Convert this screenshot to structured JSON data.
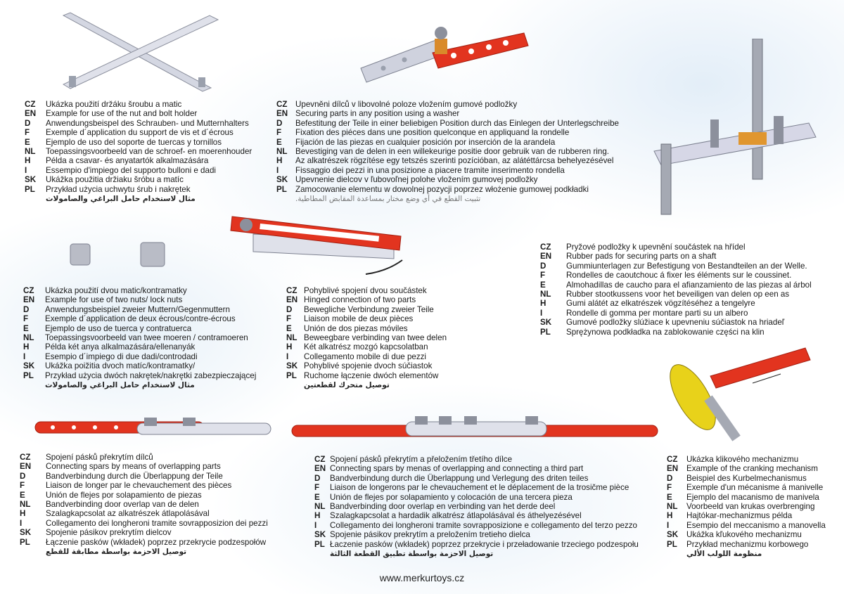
{
  "blocks": [
    {
      "id": "nut-bolt-holder",
      "lines": [
        [
          "CZ",
          "Ukázka použití držáku šroubu a matic"
        ],
        [
          "EN",
          "Example for use of the nut and bolt holder"
        ],
        [
          "D",
          "Anwendungsbeispel des Schrauben- und Mutternhalters"
        ],
        [
          "F",
          "Exemple d´application du support de vis et d´écrous"
        ],
        [
          "E",
          "Ejemplo de uso del soporte de tuercas y tornillos"
        ],
        [
          "NL",
          "Toepassingsvoorbeeld van de schroef- en moerenhouder"
        ],
        [
          "H",
          "Példa a csavar- és anyatartók alkalmazására"
        ],
        [
          "I",
          "Essempio d'impiego del supporto bulloni e dadi"
        ],
        [
          "SK",
          "Ukážka použitia držiaku šróbu a matíc"
        ],
        [
          "PL",
          "Przykład użycia uchwytu śrub i nakrętek"
        ]
      ],
      "arabic": "مثال لاستخدام حامل البراغي والصامولات"
    },
    {
      "id": "washer",
      "lines": [
        [
          "CZ",
          "Upevněni dílců v libovolné poloze vložením gumové podložky"
        ],
        [
          "EN",
          "Securing parts in any position using a washer"
        ],
        [
          "D",
          "Befestitung der Teile in einer beliebigen Position durch das Einlegen der Unterlegschreibe"
        ],
        [
          "F",
          "Fixation des piéces dans une position quelconque en appliquand la rondelle"
        ],
        [
          "E",
          "Fijación de las piezas en cualquier posición por inserción de la arandela"
        ],
        [
          "NL",
          "Bevestiging van de delen in een willekeurige positie door gebruik van de rubberen ring."
        ],
        [
          "H",
          "Az alkatrészek rögzítése egy tetszés szerinti pozícióban, az alátéttárcsa behelyezésével"
        ],
        [
          "I",
          "Fissaggio dei pezzi in una posizione a piacere tramite inserimento rondella"
        ],
        [
          "SK",
          "Upevnenie dielcov v ľubovoľnej polohe vložením gumovej podložky"
        ],
        [
          "PL",
          "Zamocowanie elementu w dowolnej pozycji poprzez włożenie gumowej podkładki"
        ]
      ],
      "arabic": "تثبيت القطع في أي وضع مختار بمساعدة المقابض المطاطية."
    },
    {
      "id": "rubber-pads",
      "lines": [
        [
          "CZ",
          "Pryžové podložky k upevnění součástek na hřídel"
        ],
        [
          "EN",
          "Rubber pads for securing parts on a shaft"
        ],
        [
          "D",
          "Gummiunterlagen zur Befestigung von Bestandteilen an der Welle."
        ],
        [
          "F",
          "Rondelles de caoutchouc á fixer les éléments sur le coussinet."
        ],
        [
          "E",
          "Almohadillas de caucho para el afianzamiento de las piezas al árbol"
        ],
        [
          "NL",
          "Rubber stootkussens voor het beveiligen van delen op een as"
        ],
        [
          "H",
          "Gumi alátét az elkatrészek vögzítéséhez a tengelyre"
        ],
        [
          "I",
          "Rondelle di gomma per montare parti su un albero"
        ],
        [
          "SK",
          "Gumové podložky slúžiace k upevneniu súčiastok na hriadeľ"
        ],
        [
          "PL",
          "Sprężynowa podkładka na zablokowanie części na klin"
        ]
      ],
      "arabic": ""
    },
    {
      "id": "lock-nuts",
      "lines": [
        [
          "CZ",
          "Ukázka použití dvou matic/kontramatky"
        ],
        [
          "EN",
          "Example for use of two nuts/ lock nuts"
        ],
        [
          "D",
          "Anwendungsbeispiel zweier Muttern/Gegenmuttern"
        ],
        [
          "F",
          "Exemple d´application de deux écrous/contre-écrous"
        ],
        [
          "E",
          "Ejemplo de uso de tuerca y contratuerca"
        ],
        [
          "NL",
          "Toepassingsvoorbeeld van twee moeren / contramoeren"
        ],
        [
          "H",
          "Példa két anya alkalmazására/ellenanyák"
        ],
        [
          "I",
          "Esempio d´impiego di due dadi/controdadi"
        ],
        [
          "SK",
          "Ukážka poižitia dvoch matíc/kontramatky/"
        ],
        [
          "PL",
          "Przykład użycia dwóch nakrętek/nakrętki zabezpieczającej"
        ]
      ],
      "arabic": "مثال لاستخدام حامل البراغي والصامولات"
    },
    {
      "id": "hinged",
      "lines": [
        [
          "CZ",
          "Pohyblivé spojení dvou součástek"
        ],
        [
          "EN",
          "Hinged connection of two parts"
        ],
        [
          "D",
          "Bewegliche Verbindung zweier Teile"
        ],
        [
          "F",
          "Liaison mobile de deux pièces"
        ],
        [
          "E",
          "Unión de dos piezas móviles"
        ],
        [
          "NL",
          "Beweegbare verbinding van twee delen"
        ],
        [
          "H",
          "Két alkatrész mozgó kapcsolatban"
        ],
        [
          "I",
          "Collegamento mobile di due pezzi"
        ],
        [
          "SK",
          "Pohyblivé spojenie dvoch súčiastok"
        ],
        [
          "PL",
          "Ruchome łączenie dwóch elementów"
        ]
      ],
      "arabic": "توصيل متحرك لقطعتين"
    },
    {
      "id": "overlap",
      "lines": [
        [
          "CZ",
          "Spojení pásků překrytím dílců"
        ],
        [
          "EN",
          "Connecting spars by means of overlapping parts"
        ],
        [
          "D",
          "Bandverbindung durch die Überlappung der Teile"
        ],
        [
          "F",
          "Liaison de longer par le chevauchement des pièces"
        ],
        [
          "E",
          "Unión de flejes por solapamiento de piezas"
        ],
        [
          "NL",
          "Bandverbinding door overlap van de delen"
        ],
        [
          "H",
          "Szalagkapcsolat az alkatrészek átlapolásával"
        ],
        [
          "I",
          "Collegamento dei longheroni tramite sovrapposizion dei pezzi"
        ],
        [
          "SK",
          "Spojenie pásikov prekrytím dielcov"
        ],
        [
          "PL",
          "Łączenie pasków (wkładek) poprzez przekrycie podzespołów"
        ]
      ],
      "arabic": "توصيل الاحزمة بواسطة مطابقة للقطع"
    },
    {
      "id": "third-part",
      "lines": [
        [
          "CZ",
          "Spojení pásků překrytím a přeložením třetího dílce"
        ],
        [
          "EN",
          "Connecting spars by menas of overlapping and connecting a third part"
        ],
        [
          "D",
          "Bandverbindung durch die Überlappung und Verlegung des driten teiles"
        ],
        [
          "F",
          "Liaison de longerons par le chevauchement et  le déplacement de la trosičme pièce"
        ],
        [
          "E",
          "Unión de flejes por solapamiento y colocación de una tercera pieza"
        ],
        [
          "NL",
          "Bandverbinding door overlap en verbinding van het derde deel"
        ],
        [
          "H",
          "Szalagkapcsolat a hardadik alkatrész átlapolásával és áthelyezésével"
        ],
        [
          "I",
          "Collegamento dei longheroni tramite sovrapposizione e collegamento del terzo pezzo"
        ],
        [
          "SK",
          "Spojenie pásikov prekrytím a preložením tretieho dielca"
        ],
        [
          "PL",
          "Łaczenie pasków (wkładek) poprzez przekrycie i przeładowanie trzeciego podzespołu"
        ]
      ],
      "arabic": "توصيل الاحزمة بواسطة تطبيق القطعة الثالثة"
    },
    {
      "id": "crank",
      "lines": [
        [
          "CZ",
          "Ukázka klikového mechanizmu"
        ],
        [
          "EN",
          "Example of the cranking mechanism"
        ],
        [
          "D",
          "Beispiel des Kurbelmechanismus"
        ],
        [
          "F",
          "Exemple d'un mécanisme á manivelle"
        ],
        [
          "E",
          "Ejemplo del macanismo de manivela"
        ],
        [
          "NL",
          "Voorbeeld van krukas overbrenging"
        ],
        [
          "H",
          "Hajtókar-mechanizmus példa"
        ],
        [
          "I",
          "Esempio del meccanismo a manovella"
        ],
        [
          "SK",
          "Ukážka kľukového mechanizmu"
        ],
        [
          "PL",
          "Przykład mechanizmu korbowego"
        ]
      ],
      "arabic": "منظومة اللولب الألي"
    }
  ],
  "footer": {
    "url": "www.merkurtoys.cz"
  },
  "colors": {
    "red": "#e0301e",
    "steel": "#c9ccd8",
    "yellow": "#e8d21a",
    "rubber": "#d98a2a"
  }
}
